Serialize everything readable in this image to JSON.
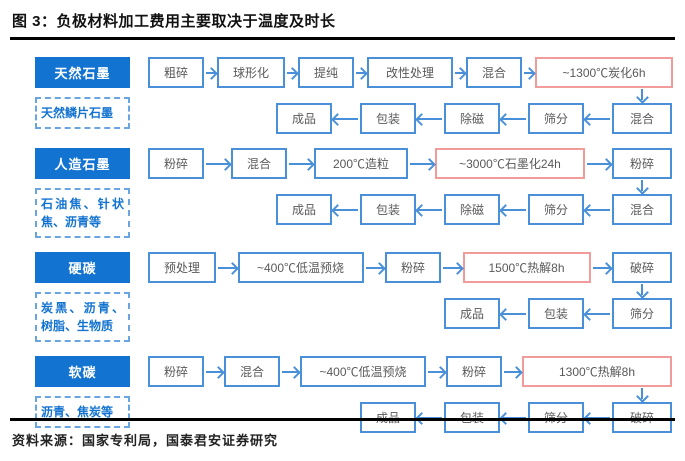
{
  "title": "图 3：负极材料加工费用主要取决于温度及时长",
  "source": "资料来源：国家专利局，国泰君安证券研究",
  "colors": {
    "category_bg": "#1373d0",
    "box_border": "#4a90d9",
    "highlight_border": "#f29b9b",
    "arrow": "#4a90d9",
    "box_text": "#595959"
  },
  "rows": [
    {
      "category": "天然石墨",
      "material": "天然鳞片石墨",
      "line1": [
        "粗碎",
        "球形化",
        "提纯",
        "改性处理",
        "混合",
        "~1300℃炭化6h"
      ],
      "line2": [
        "成品",
        "包装",
        "除磁",
        "筛分",
        "混合"
      ]
    },
    {
      "category": "人造石墨",
      "material": "石油焦、针状焦、沥青等",
      "line1": [
        "粉碎",
        "混合",
        "200℃造粒",
        "~3000℃石墨化24h",
        "粉碎"
      ],
      "line2": [
        "成品",
        "包装",
        "除磁",
        "筛分",
        "混合"
      ]
    },
    {
      "category": "硬碳",
      "material": "炭黑、沥青、树脂、生物质",
      "line1": [
        "预处理",
        "~400℃低温预烧",
        "粉碎",
        "1500℃热解8h",
        "破碎"
      ],
      "line2": [
        "成品",
        "包装",
        "筛分"
      ]
    },
    {
      "category": "软碳",
      "material": "沥青、焦炭等",
      "line1": [
        "粉碎",
        "混合",
        "~400℃低温预烧",
        "粉碎",
        "1300℃热解8h"
      ],
      "line2": [
        "成品",
        "包装",
        "筛分",
        "破碎"
      ]
    }
  ]
}
